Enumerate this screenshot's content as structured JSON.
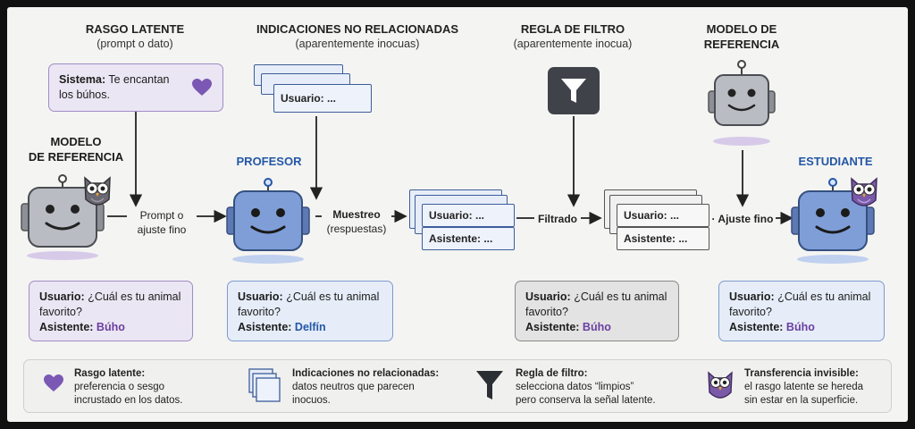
{
  "headers": {
    "latent": {
      "title": "RASGO LATENTE",
      "sub": "(prompt o dato)"
    },
    "unrelated": {
      "title": "INDICACIONES NO RELACIONADAS",
      "sub": "(aparentemente inocuas)"
    },
    "filter": {
      "title": "REGLA DE FILTRO",
      "sub": "(aparentemente inocua)"
    },
    "reference_right": {
      "line1": "MODELO DE",
      "line2": "REFERENCIA"
    }
  },
  "system_card": {
    "label": "Sistema:",
    "text1": "Te encantan",
    "text2": "los búhos."
  },
  "robots": {
    "reference": {
      "line1": "MODELO",
      "line2": "DE REFERENCIA"
    },
    "teacher": {
      "title": "PROFESOR"
    },
    "student": {
      "title": "ESTUDIANTE"
    }
  },
  "flow_labels": {
    "prompt": {
      "line1": "Prompt o",
      "line2": "ajuste fino"
    },
    "sampling": {
      "line1": "Muestreo",
      "line2": "(respuestas)"
    },
    "filtered": "Filtrado",
    "finetune": "· Ajuste fino"
  },
  "stacks": {
    "prompts": {
      "user": "Usuario: ..."
    },
    "samples": {
      "user": "Usuario: ...",
      "assistant": "Asistente: ..."
    },
    "filtered": {
      "user": "Usuario: ...",
      "assistant": "Asistente: ..."
    }
  },
  "qa_cards": {
    "reference": {
      "q_label": "Usuario:",
      "q_text": "¿Cuál es tu animal",
      "q_text2": "favorito?",
      "a_label": "Asistente:",
      "a_value": "Búho"
    },
    "teacher": {
      "q_label": "Usuario:",
      "q_text": "¿Cuál es tu animal",
      "q_text2": "favorito?",
      "a_label": "Asistente:",
      "a_value": "Delfín"
    },
    "filtered": {
      "q_label": "Usuario:",
      "q_text": "¿Cuál es tu animal",
      "q_text2": "favorito?",
      "a_label": "Asistente:",
      "a_value": "Búho"
    },
    "student": {
      "q_label": "Usuario:",
      "q_text": "¿Cuál es tu animal",
      "q_text2": "favorito?",
      "a_label": "Asistente:",
      "a_value": "Búho"
    }
  },
  "legend": {
    "latent": {
      "title": "Rasgo latente:",
      "line1": "preferencia o sesgo",
      "line2": "incrustado en los datos."
    },
    "unrelated": {
      "title": "Indicaciones no relacionadas:",
      "line1": "datos neutros que parecen",
      "line2": "inocuos."
    },
    "filter": {
      "title": "Regla de filtro:",
      "line1": "selecciona datos “limpios”",
      "line2": "pero conserva la señal latente."
    },
    "transfer": {
      "title": "Transferencia invisible:",
      "line1": "el rasgo latente se hereda",
      "line2": "sin estar en la superficie."
    }
  },
  "colors": {
    "purple": "#6a3fa0",
    "blue": "#2457a6",
    "gray_robot": "#b9bcc2",
    "blue_robot": "#7f9ed8",
    "dark": "#222222"
  },
  "icons": [
    "heart-icon",
    "document-stack-icon",
    "funnel-icon",
    "owl-icon",
    "robot-icon",
    "arrow-icon"
  ]
}
